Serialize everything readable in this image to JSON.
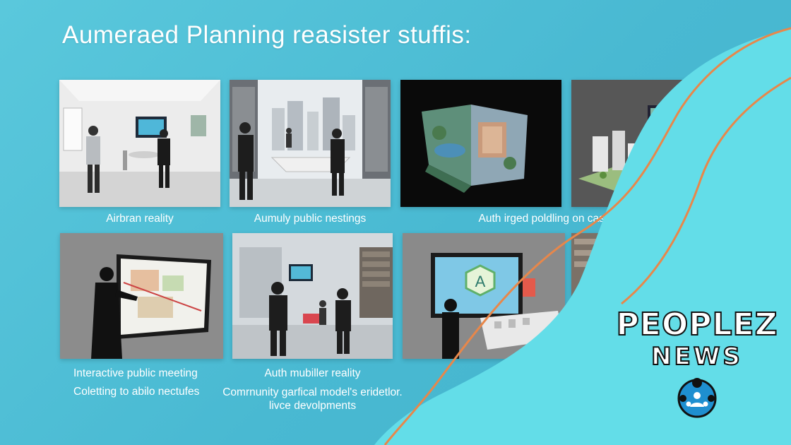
{
  "title": "Aumeraed Planning reasister stuffis:",
  "tiles": [
    {
      "caption": "Airbran reality",
      "icon": "office-room-scene"
    },
    {
      "caption": "Aumuly public nestings",
      "icon": "city-meeting-room-scene"
    },
    {
      "caption": "Auth irged poldling on caser iouc",
      "icon": "3d-city-cube-scene"
    },
    {
      "caption": "",
      "icon": "3d-city-model-scene"
    },
    {
      "caption": "Interactive public meeting",
      "caption2": "Coletting to abilo nectufes",
      "icon": "touchscreen-map-scene"
    },
    {
      "caption": "Auth mubiller reality",
      "caption2": "Comrnunity garfical model's eridetlor. livce devolpments",
      "icon": "library-meeting-scene"
    },
    {
      "caption": "",
      "icon": "display-model-scene"
    },
    {
      "caption": "",
      "icon": "shelves-scene"
    }
  ],
  "brand": {
    "line1": "PEOPLEZ",
    "line2": "NEWS",
    "icon": "people-network-icon"
  },
  "colors": {
    "background": "#4fbfd6",
    "wave": "#63dde8",
    "curve": "#e8874a"
  }
}
